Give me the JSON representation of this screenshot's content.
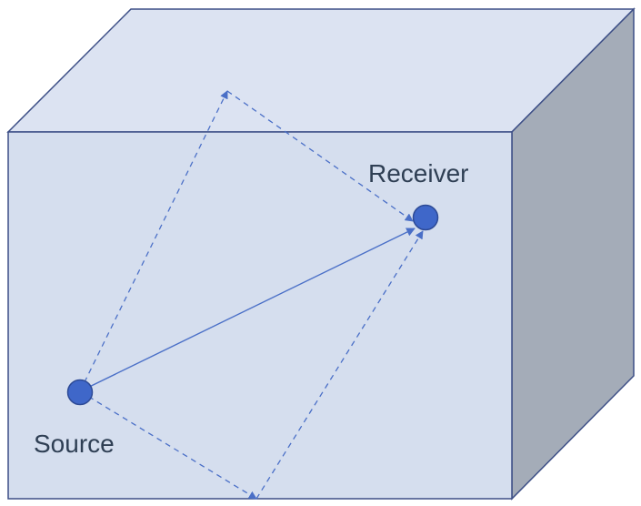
{
  "labels": {
    "source": "Source",
    "receiver": "Receiver"
  },
  "colors": {
    "front_face": "#d5deee",
    "top_face": "#dce3f2",
    "side_face": "#a4acb8",
    "edge": "#3d4f86",
    "path": "#4a6fc7",
    "point_fill": "#3f67c9",
    "point_stroke": "#2d4a96",
    "label_text": "#2f3f54"
  },
  "paths": [
    {
      "kind": "direct",
      "style": "solid"
    },
    {
      "kind": "reflection",
      "via": "top",
      "style": "dashed"
    },
    {
      "kind": "reflection",
      "via": "bottom",
      "style": "dashed"
    }
  ]
}
